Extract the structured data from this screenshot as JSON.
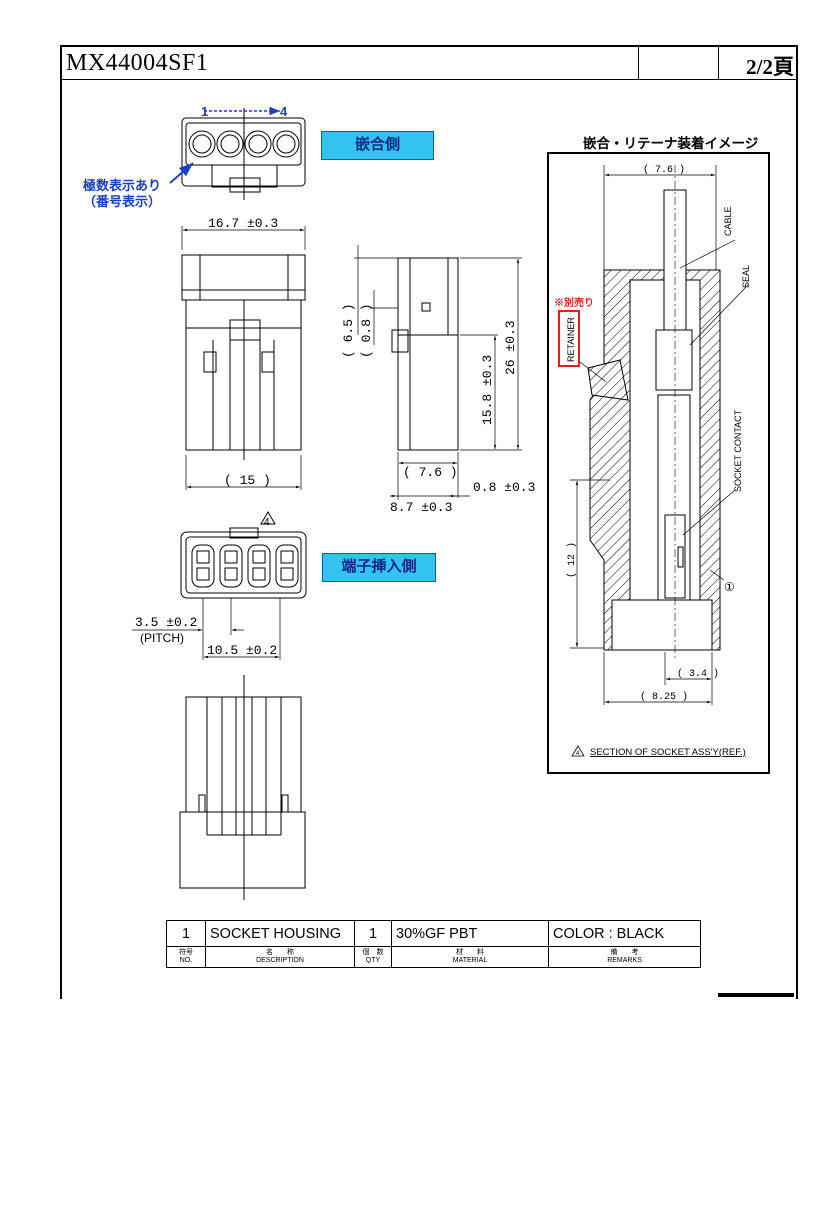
{
  "header": {
    "part_number": "MX44004SF1",
    "page": "2/2頁"
  },
  "labels": {
    "mating_side": "嵌合側",
    "terminal_side": "端子挿入側",
    "pin_range_start": "1",
    "pin_range_end": "4",
    "polarity_note_line1": "極数表示あり",
    "polarity_note_line2": "（番号表示）",
    "pitch": "(PITCH)",
    "triangle_note": "4"
  },
  "dimensions": {
    "width_top": "16.7 ±0.3",
    "width_bottom": "( 15 )",
    "height_total": "26 ±0.3",
    "height_body": "15.8 ±0.3",
    "d_6_5": "( 6.5 )",
    "d_0_8_ref": "( 0.8 )",
    "d_7_6": "( 7.6 )",
    "d_0_8": "0.8 ±0.3",
    "d_8_7": "8.7 ±0.3",
    "pitch_value": "3.5 ±0.2",
    "span": "10.5 ±0.2"
  },
  "detail": {
    "title": "嵌合・リテーナ装着イメージ",
    "retainer_note": "※別売り",
    "retainer": "RETAINER",
    "cable": "CABLE",
    "seal": "SEAL",
    "socket_contact": "SOCKET CONTACT",
    "d_top": "( 7.6 )",
    "d_12": "( 12 )",
    "d_3_4": "( 3.4 )",
    "d_8_25": "( 8.25 )",
    "item_marker": "①",
    "section_note_num": "4",
    "section_note": "SECTION OF SOCKET ASS'Y(REF.)"
  },
  "bom": {
    "no": "1",
    "description": "SOCKET HOUSING",
    "qty": "1",
    "material": "30%GF PBT",
    "remarks": "COLOR : BLACK",
    "h_no_jp": "符号",
    "h_no": "NO.",
    "h_desc_jp": "名　　称",
    "h_desc": "DESCRIPTION",
    "h_qty_jp": "個　数",
    "h_qty": "QTY",
    "h_mat_jp": "材　　料",
    "h_mat": "MATERIAL",
    "h_rem_jp": "備　　考",
    "h_rem": "REMARKS"
  }
}
